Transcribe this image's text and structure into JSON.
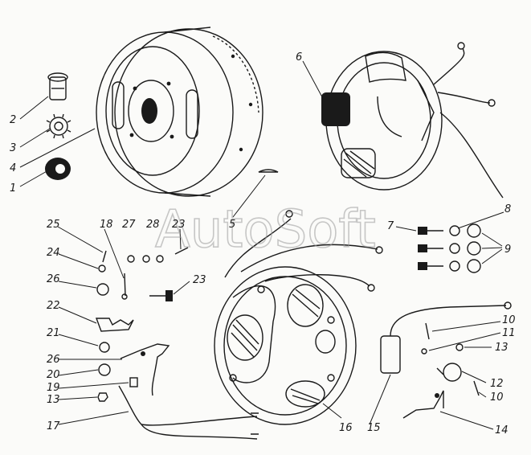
{
  "watermark": "AutoSoft",
  "callouts": [
    {
      "id": "2",
      "label": "2"
    },
    {
      "id": "3",
      "label": "3"
    },
    {
      "id": "4",
      "label": "4"
    },
    {
      "id": "1",
      "label": "1"
    },
    {
      "id": "6",
      "label": "6"
    },
    {
      "id": "5",
      "label": "5"
    },
    {
      "id": "7",
      "label": "7"
    },
    {
      "id": "8",
      "label": "8"
    },
    {
      "id": "9",
      "label": "9"
    },
    {
      "id": "25",
      "label": "25"
    },
    {
      "id": "18",
      "label": "18"
    },
    {
      "id": "27",
      "label": "27"
    },
    {
      "id": "28",
      "label": "28"
    },
    {
      "id": "23a",
      "label": "23"
    },
    {
      "id": "24",
      "label": "24"
    },
    {
      "id": "26a",
      "label": "26"
    },
    {
      "id": "23b",
      "label": "23"
    },
    {
      "id": "22",
      "label": "22"
    },
    {
      "id": "21",
      "label": "21"
    },
    {
      "id": "26b",
      "label": "26"
    },
    {
      "id": "20",
      "label": "20"
    },
    {
      "id": "19",
      "label": "19"
    },
    {
      "id": "13a",
      "label": "13"
    },
    {
      "id": "17",
      "label": "17"
    },
    {
      "id": "16",
      "label": "16"
    },
    {
      "id": "15",
      "label": "15"
    },
    {
      "id": "10a",
      "label": "10"
    },
    {
      "id": "11",
      "label": "11"
    },
    {
      "id": "13b",
      "label": "13"
    },
    {
      "id": "12",
      "label": "12"
    },
    {
      "id": "10b",
      "label": "10"
    },
    {
      "id": "14",
      "label": "14"
    }
  ]
}
